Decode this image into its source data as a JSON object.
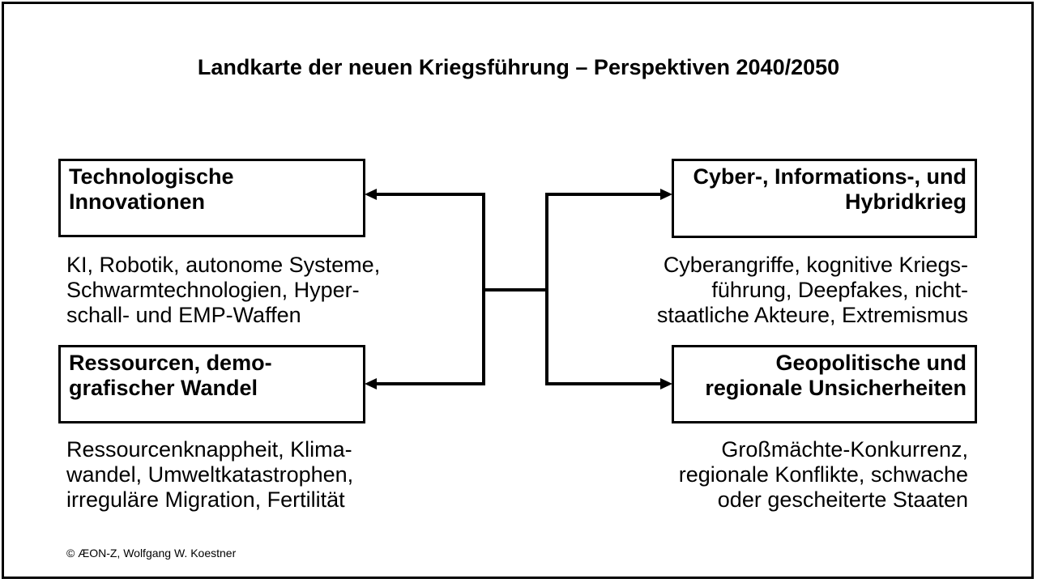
{
  "slide": {
    "title": "Landkarte der neuen Kriegsführung – Perspektiven 2040/2050",
    "footer": "© ÆON-Z, Wolfgang W. Koestner"
  },
  "colors": {
    "ink": "#000000",
    "background": "#ffffff"
  },
  "nodes": [
    {
      "id": "technologische-innovationen",
      "align": "left",
      "title_lines": [
        "Technologische",
        "Innovationen"
      ],
      "desc_lines": [
        "KI, Robotik, autonome Systeme,",
        "Schwarmtechnologien, Hyper-",
        "schall- und EMP-Waffen"
      ]
    },
    {
      "id": "cyber-informations-hybridkrieg",
      "align": "right",
      "title_lines": [
        "Cyber-, Informations-, und",
        "Hybridkrieg"
      ],
      "desc_lines": [
        "Cyberangriffe, kognitive Kriegs-",
        "führung, Deepfakes, nicht-",
        "staatliche Akteure, Extremismus"
      ]
    },
    {
      "id": "ressourcen-demografischer-wandel",
      "align": "left",
      "title_lines": [
        "Ressourcen, demo-",
        "grafischer Wandel"
      ],
      "desc_lines": [
        "Ressourcenknappheit, Klima-",
        "wandel, Umweltkatastrophen,",
        "irreguläre Migration, Fertilität"
      ]
    },
    {
      "id": "geopolitische-regionale-unsicherheiten",
      "align": "right",
      "title_lines": [
        "Geopolitische und",
        "regionale Unsicherheiten"
      ],
      "desc_lines": [
        "Großmächte-Konkurrenz,",
        "regionale Konflikte, schwache",
        "oder gescheiterte Staaten"
      ]
    }
  ]
}
